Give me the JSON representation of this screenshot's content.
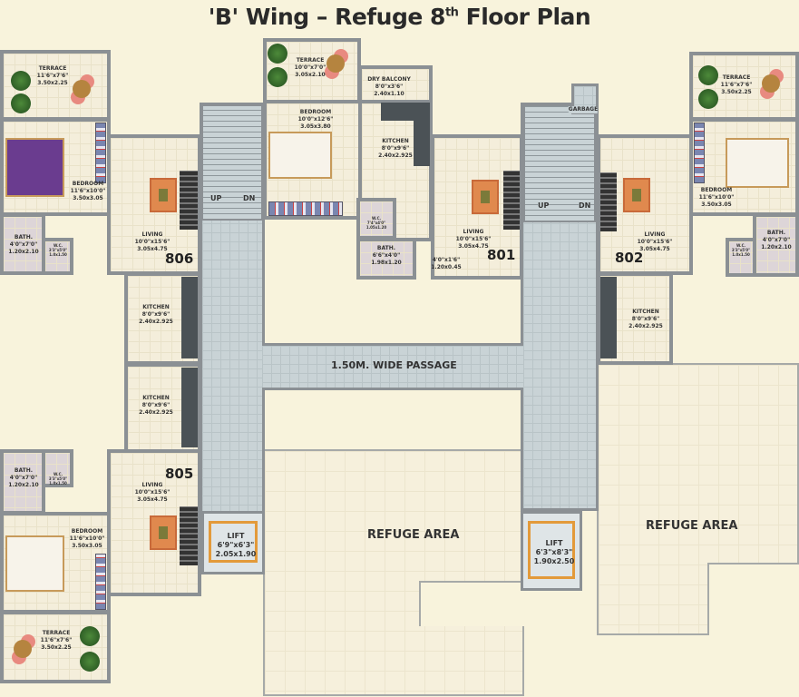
{
  "title": {
    "main": "'B' Wing – Refuge 8",
    "sup": "th",
    "tail": " Floor Plan"
  },
  "passage_label": "1.50M. WIDE PASSAGE",
  "refuge_left": "REFUGE AREA",
  "refuge_right": "REFUGE AREA",
  "stairs": {
    "up": "UP",
    "dn": "DN"
  },
  "garbage": "GARBAGE",
  "lifts": [
    {
      "name": "LIFT",
      "imperial": "6'9\"x6'3\"",
      "metric": "2.05x1.90"
    },
    {
      "name": "LIFT",
      "imperial": "6'3\"x8'3\"",
      "metric": "1.90x2.50"
    }
  ],
  "flats": {
    "806": {
      "number": "806",
      "terrace": {
        "name": "TERRACE",
        "imperial": "11'6\"x7'6\"",
        "metric": "3.50x2.25"
      },
      "bedroom": {
        "name": "BEDROOM",
        "imperial": "11'6\"x10'0\"",
        "metric": "3.50x3.05"
      },
      "bath": {
        "name": "BATH.",
        "imperial": "4'0\"x7'0\"",
        "metric": "1.20x2.10"
      },
      "wc": {
        "name": "W.C.",
        "imperial": "3'3\"x5'0\"",
        "metric": "1.0x1.50"
      },
      "living": {
        "name": "LIVING",
        "imperial": "10'0\"x15'6\"",
        "metric": "3.05x4.75"
      },
      "kitchen": {
        "name": "KITCHEN",
        "imperial": "8'0\"x9'6\"",
        "metric": "2.40x2.925"
      }
    },
    "805": {
      "number": "805",
      "terrace": {
        "name": "TERRACE",
        "imperial": "11'6\"x7'6\"",
        "metric": "3.50x2.25"
      },
      "bedroom": {
        "name": "BEDROOM",
        "imperial": "11'6\"x10'0\"",
        "metric": "3.50x3.05"
      },
      "bath": {
        "name": "BATH.",
        "imperial": "4'0\"x7'0\"",
        "metric": "1.20x2.10"
      },
      "wc": {
        "name": "W.C.",
        "imperial": "3'3\"x5'0\"",
        "metric": "1.0x1.50"
      },
      "living": {
        "name": "LIVING",
        "imperial": "10'0\"x15'6\"",
        "metric": "3.05x4.75"
      },
      "kitchen": {
        "name": "KITCHEN",
        "imperial": "8'0\"x9'6\"",
        "metric": "2.40x2.925"
      }
    },
    "801": {
      "number": "801",
      "terrace": {
        "name": "TERRACE",
        "imperial": "10'0\"x7'0\"",
        "metric": "3.05x2.10"
      },
      "dry_balcony": {
        "name": "DRY BALCONY",
        "imperial": "8'0\"x3'6\"",
        "metric": "2.40x1.10"
      },
      "bedroom": {
        "name": "BEDROOM",
        "imperial": "10'0\"x12'6\"",
        "metric": "3.05x3.80"
      },
      "kitchen": {
        "name": "KITCHEN",
        "imperial": "8'0\"x9'6\"",
        "metric": "2.40x2.925"
      },
      "wc": {
        "name": "W.C.",
        "imperial": "7'4\"x4'0\"",
        "metric": "1.05x1.20"
      },
      "bath": {
        "name": "BATH.",
        "imperial": "6'6\"x4'0\"",
        "metric": "1.98x1.20"
      },
      "niche": {
        "imperial": "4'0\"x1'6\"",
        "metric": "1.20x0.45"
      },
      "living": {
        "name": "LIVING",
        "imperial": "10'0\"x15'6\"",
        "metric": "3.05x4.75"
      }
    },
    "802": {
      "number": "802",
      "terrace": {
        "name": "TERRACE",
        "imperial": "11'6\"x7'6\"",
        "metric": "3.50x2.25"
      },
      "bedroom": {
        "name": "BEDROOM",
        "imperial": "11'6\"x10'0\"",
        "metric": "3.50x3.05"
      },
      "bath": {
        "name": "BATH.",
        "imperial": "4'0\"x7'0\"",
        "metric": "1.20x2.10"
      },
      "wc": {
        "name": "W.C.",
        "imperial": "3'3\"x5'0\"",
        "metric": "1.0x1.50"
      },
      "living": {
        "name": "LIVING",
        "imperial": "10'0\"x15'6\"",
        "metric": "3.05x4.75"
      },
      "kitchen": {
        "name": "KITCHEN",
        "imperial": "8'0\"x9'6\"",
        "metric": "2.40x2.925"
      }
    }
  }
}
